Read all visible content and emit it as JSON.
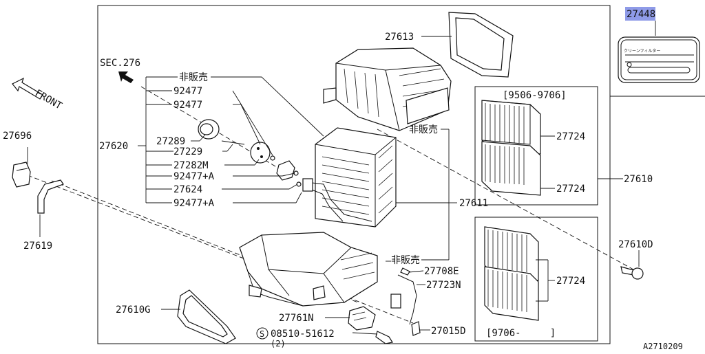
{
  "frame": {
    "diagram_code": "A2710209"
  },
  "labels": {
    "front": "FRONT",
    "sec": "SEC.276",
    "p27613": "27613",
    "hanbai1": "非販売",
    "hanbai2": "非販売",
    "hanbai3": "非販売",
    "p92477a": "92477",
    "p92477b": "92477",
    "p27289": "27289",
    "p27229": "27229",
    "p27282M": "27282M",
    "p92477Aa": "92477+A",
    "p27624": "27624",
    "p92477Ab": "92477+A",
    "p27620": "27620",
    "p27696": "27696",
    "p27619": "27619",
    "p27611": "27611",
    "p27708E": "27708E",
    "p27723N": "27723N",
    "p27761N": "27761N",
    "p27015D": "27015D",
    "p27610G": "27610G",
    "bolt_code": "08510-51612",
    "bolt_symbol": "S",
    "bolt_qty": "(2)",
    "p27610D": "27610D",
    "p27610": "27610",
    "range1": "[9506-9706]",
    "range2": "[9706-     ]",
    "p27724a": "27724",
    "p27724b": "27724",
    "p27724c": "27724",
    "p27448": "27448",
    "label_text": "クリーンフィルター"
  },
  "colors": {
    "highlight": "#8f9be8",
    "ink": "#111111"
  }
}
